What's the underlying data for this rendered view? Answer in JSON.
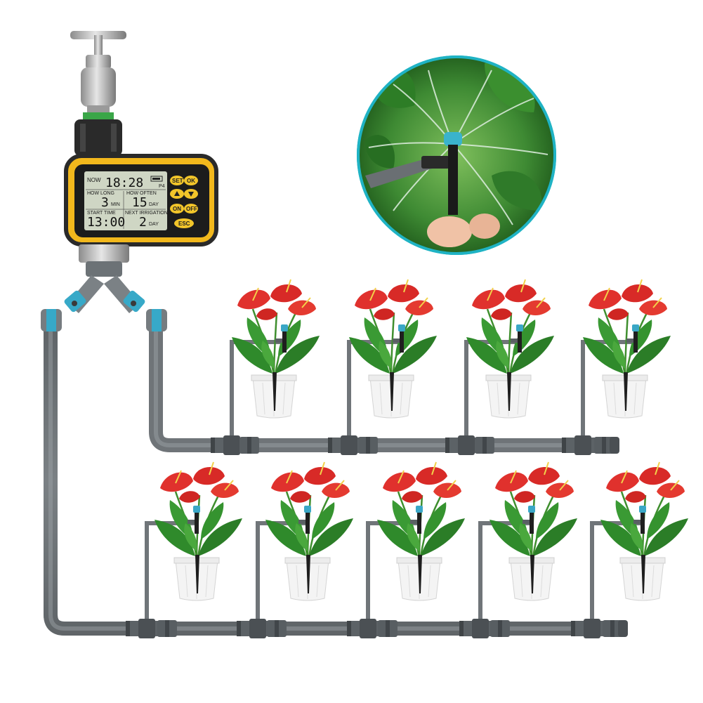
{
  "timer": {
    "now_label": "NOW",
    "now_time": "18:28",
    "battery": "P4",
    "how_long_label": "HOW LONG",
    "how_long_value": "3",
    "how_long_unit": "MIN",
    "how_often_label": "HOW OFTEN",
    "how_often_value": "15",
    "how_often_unit": "DAY",
    "start_time_label": "START TIME",
    "start_time_value": "13:00",
    "next_irrigation_label": "NEXT IRRIGATION",
    "next_irrigation_value": "2",
    "next_irrigation_unit": "DAY"
  },
  "buttons": {
    "set": "SET",
    "ok": "OK",
    "on": "ON",
    "off": "OFF",
    "esc": "ESC"
  },
  "colors": {
    "timer_body": "#f2b81c",
    "timer_frame": "#2a2a2a",
    "lcd": "#cfd6c4",
    "pipe": "#6f7478",
    "connector_accent": "#37a9c8",
    "flower": "#e0312d",
    "leaf": "#2f8a2b",
    "pot": "#f4f4f4"
  }
}
